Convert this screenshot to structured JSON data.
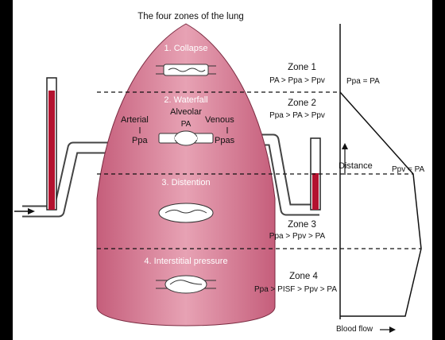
{
  "title": "The four zones of the lung",
  "colors": {
    "lung_fill": "#d27a92",
    "blood": "#b3122f",
    "line": "#111111",
    "background": "#ffffff"
  },
  "lung": {
    "region_1": "1. Collapse",
    "region_2": "2. Waterfall",
    "region_3": "3. Distention",
    "region_4": "4. Interstitial pressure",
    "alveolar": "Alveolar",
    "arterial": "Arterial",
    "venous": "Venous",
    "p_alveolar": "PA",
    "p_arterial": "Ppa",
    "p_venous": "Ppas"
  },
  "zones": [
    {
      "name": "Zone 1",
      "formula": "PA > Ppa > Ppv"
    },
    {
      "name": "Zone 2",
      "formula": "Ppa > PA > Ppv"
    },
    {
      "name": "Zone 3",
      "formula": "Ppa > Ppv > PA"
    },
    {
      "name": "Zone 4",
      "formula": "Ppa > PISF > Ppv > PA"
    }
  ],
  "graph": {
    "label_top": "Ppa = PA",
    "label_mid": "Ppv = PA",
    "distance_label": "Distance",
    "blood_flow_label": "Blood flow"
  }
}
